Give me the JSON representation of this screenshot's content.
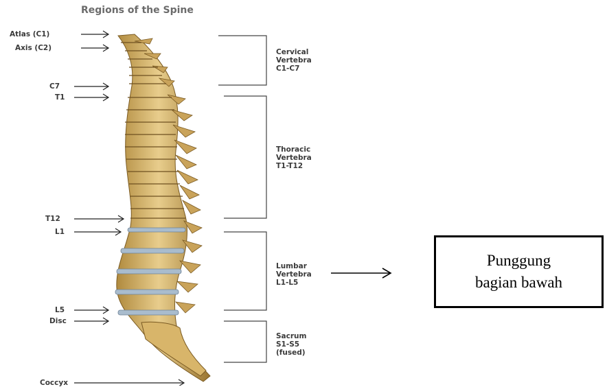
{
  "title": "Regions of the Spine",
  "labels": {
    "atlas": "Atlas (C1)",
    "axis": "Axis (C2)",
    "c7": "C7",
    "t1": "T1",
    "t12": "T12",
    "l1": "L1",
    "l5": "L5",
    "disc": "Disc",
    "coccyx": "Coccyx"
  },
  "regions": {
    "cervical": [
      "Cervical",
      "Vertebra",
      "C1-C7"
    ],
    "thoracic": [
      "Thoracic",
      "Vertebra",
      "T1-T12"
    ],
    "lumbar": [
      "Lumbar",
      "Vertebra",
      "L1-L5"
    ],
    "sacrum": [
      "Sacrum",
      "S1-S5",
      "(fused)"
    ]
  },
  "callout": {
    "line1": "Punggung",
    "line2": "bagian bawah"
  },
  "colors": {
    "bone": "#d9b66a",
    "bone_dark": "#8a6a2a",
    "disc": "#9fb4c8",
    "bracket": "#444444",
    "label_text": "#3a3a3a"
  }
}
